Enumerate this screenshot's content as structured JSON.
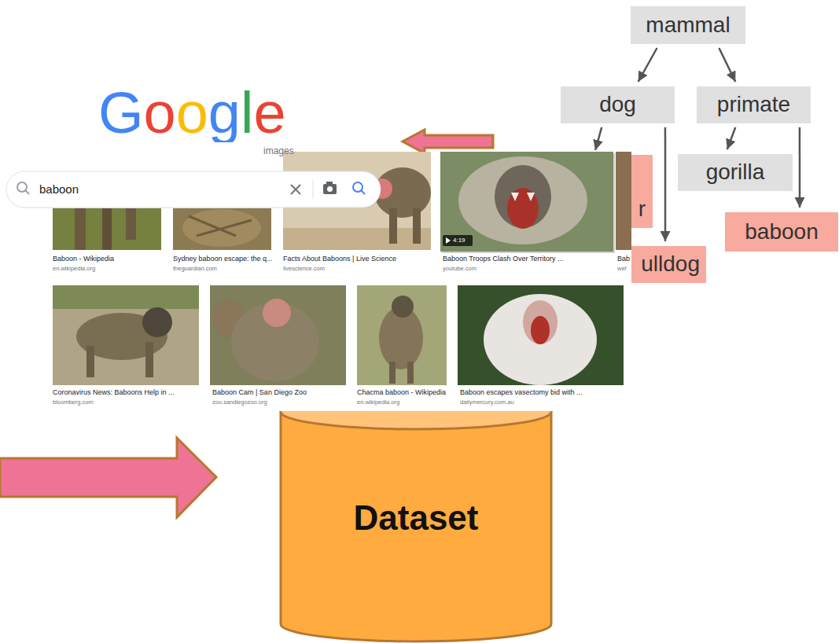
{
  "diagram": {
    "nodes": [
      {
        "text": [
          "mammal"
        ]
      },
      {
        "text": [
          "dog"
        ]
      },
      {
        "text": [
          "primate"
        ]
      },
      {
        "text": [
          "gorilla"
        ]
      },
      {
        "text": [
          "r"
        ]
      },
      {
        "text": [
          "baboon"
        ]
      },
      {
        "text": [
          "ulldog"
        ]
      },
      {
        "text": [
          "Dataset"
        ]
      }
    ],
    "edges": [
      {
        "from": 0,
        "to": 1,
        "arrow": "to"
      },
      {
        "from": 0,
        "to": 2,
        "arrow": "to"
      },
      {
        "from": 1,
        "to": 4,
        "arrow": "to"
      },
      {
        "from": 1,
        "to": 6,
        "arrow": "to"
      },
      {
        "from": 2,
        "to": 3,
        "arrow": "to"
      },
      {
        "from": 2,
        "to": 5,
        "arrow": "to"
      }
    ],
    "labels": [
      "Google",
      "images",
      "baboon",
      "4:19",
      "Baboon - Wikipedia",
      "en.wikipedia.org",
      "Sydney baboon escape: the q...",
      "theguardian.com",
      "Facts About Baboons | Live Science",
      "livescience.com",
      "Baboon Troops Clash Over Territory ...",
      "youtube.com",
      "Bab",
      "wef",
      "Coronavirus News: Baboons Help in ...",
      "bloomberg.com",
      "Baboon Cam | San Diego Zoo",
      "zoo.sandiegozoo.org",
      "Chacma baboon - Wikipedia",
      "en.wikipedia.org",
      "Baboon escapes vasectomy bid with ...",
      "dailymercury.com.au"
    ]
  }
}
